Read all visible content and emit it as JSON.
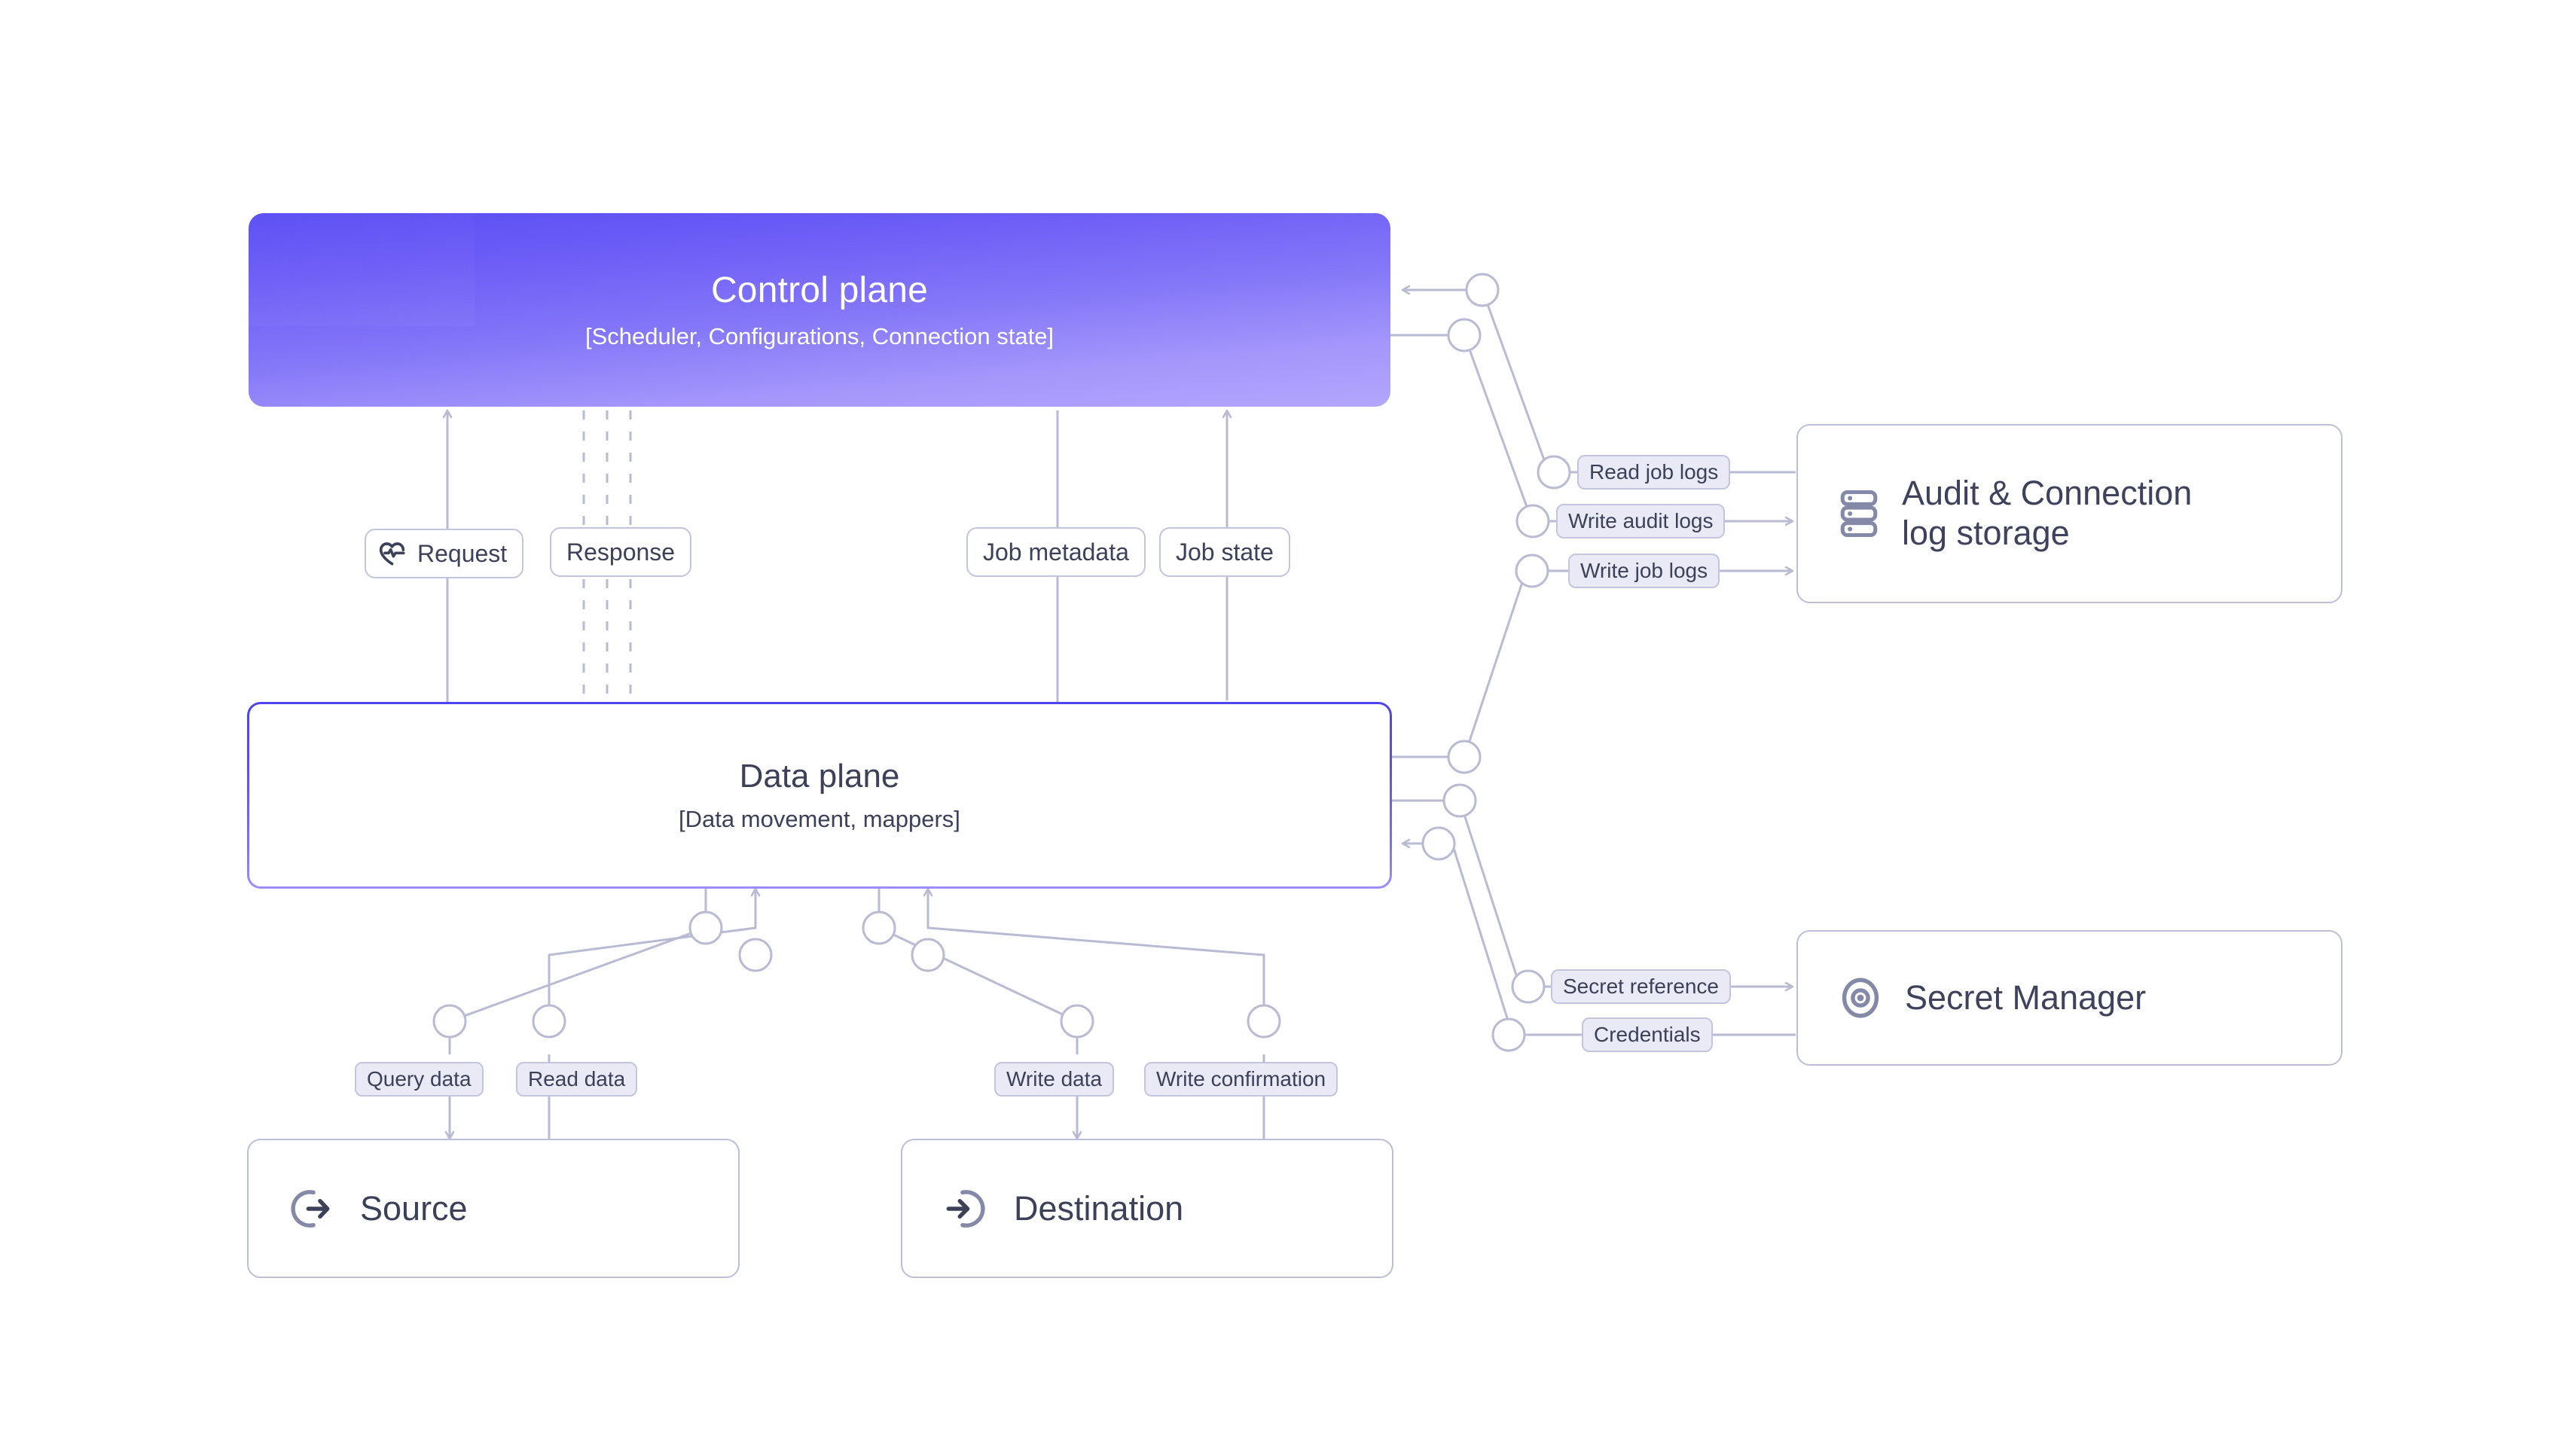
{
  "diagram": {
    "title": "Control plane / Data plane architecture",
    "background": "#ffffff",
    "colors": {
      "control_plane_gradient_start": "#5a4ef4",
      "control_plane_gradient_end": "#b3a6fc",
      "data_plane_border": "#5b4ef0",
      "box_border": "#bcbdd6",
      "connector": "#b9bad3",
      "label_fill": "#e9eaf6",
      "label_border": "#c3c4dd",
      "text": "#3c4159"
    }
  },
  "nodes": {
    "control_plane": {
      "title": "Control plane",
      "subtitle": "[Scheduler, Configurations, Connection state]"
    },
    "data_plane": {
      "title": "Data plane",
      "subtitle": "[Data movement, mappers]"
    },
    "audit_log_storage": {
      "title": "Audit & Connection log storage",
      "title_line_1": "Audit & Connection",
      "title_line_2": "log storage",
      "icon": "server-rack-icon"
    },
    "secret_manager": {
      "title": "Secret Manager",
      "icon": "eye-target-icon"
    },
    "source": {
      "title": "Source",
      "icon": "arrow-out-of-circle-icon"
    },
    "destination": {
      "title": "Destination",
      "icon": "arrow-into-circle-icon"
    }
  },
  "edge_labels": {
    "request": {
      "text": "Request",
      "icon": "heart-pulse-icon",
      "style": "white"
    },
    "response": {
      "text": "Response",
      "style": "white"
    },
    "job_metadata": {
      "text": "Job metadata",
      "style": "white"
    },
    "job_state": {
      "text": "Job state",
      "style": "white"
    },
    "read_job_logs": {
      "text": "Read job logs",
      "style": "chip"
    },
    "write_audit_logs": {
      "text": "Write audit logs",
      "style": "chip"
    },
    "write_job_logs": {
      "text": "Write job logs",
      "style": "chip"
    },
    "secret_reference": {
      "text": "Secret reference",
      "style": "chip"
    },
    "credentials": {
      "text": "Credentials",
      "style": "chip"
    },
    "query_data": {
      "text": "Query data",
      "style": "chip"
    },
    "read_data": {
      "text": "Read data",
      "style": "chip"
    },
    "write_data": {
      "text": "Write data",
      "style": "chip"
    },
    "write_confirmation": {
      "text": "Write confirmation",
      "style": "chip"
    }
  },
  "connections": [
    {
      "from": "source",
      "to": "control_plane",
      "label": "Request",
      "direction": "up"
    },
    {
      "from": "control_plane",
      "to": "data_plane",
      "label": "Response",
      "direction": "down",
      "style": "dashed"
    },
    {
      "from": "control_plane",
      "to": "data_plane",
      "label": "Job metadata",
      "direction": "down"
    },
    {
      "from": "data_plane",
      "to": "control_plane",
      "label": "Job state",
      "direction": "up"
    },
    {
      "from": "audit_log_storage",
      "to": "control_plane",
      "label": "Read job logs",
      "direction": "left"
    },
    {
      "from": "control_plane",
      "to": "audit_log_storage",
      "label": "Write audit logs",
      "direction": "right"
    },
    {
      "from": "data_plane",
      "to": "audit_log_storage",
      "label": "Write job logs",
      "direction": "right"
    },
    {
      "from": "data_plane",
      "to": "secret_manager",
      "label": "Secret reference",
      "direction": "right"
    },
    {
      "from": "secret_manager",
      "to": "data_plane",
      "label": "Credentials",
      "direction": "left"
    },
    {
      "from": "data_plane",
      "to": "source",
      "label": "Query data",
      "direction": "down"
    },
    {
      "from": "source",
      "to": "data_plane",
      "label": "Read data",
      "direction": "up"
    },
    {
      "from": "data_plane",
      "to": "destination",
      "label": "Write data",
      "direction": "down"
    },
    {
      "from": "destination",
      "to": "data_plane",
      "label": "Write confirmation",
      "direction": "up"
    }
  ]
}
